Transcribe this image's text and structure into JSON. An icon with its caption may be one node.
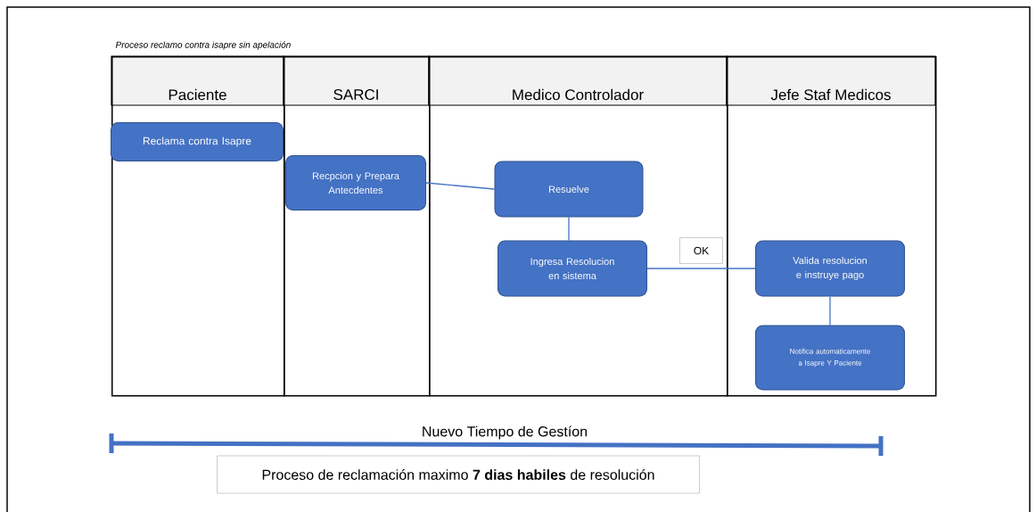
{
  "diagram": {
    "title": "Proceso reclamo contra isapre sin apelación",
    "nodes": [
      {
        "text": [
          "Paciente"
        ]
      },
      {
        "text": [
          "SARCI"
        ]
      },
      {
        "text": [
          "Medico Controlador"
        ]
      },
      {
        "text": [
          "Jefe Staf Medicos"
        ]
      },
      {
        "text": [
          "Reclama contra Isapre"
        ],
        "in": 0
      },
      {
        "text": [
          "Recpcion y Prepara Antecdentes"
        ],
        "in": 1
      },
      {
        "text": [
          "Resuelve"
        ],
        "in": 2
      },
      {
        "text": [
          "Ingresa Resolucion en sistema"
        ],
        "in": 2
      },
      {
        "text": [
          "Valida resolucion e instruye pago"
        ],
        "in": 3
      },
      {
        "text": [
          "Notifica automaticamente a Isapre Y Paciente"
        ],
        "in": 3
      },
      {
        "text": [
          "Proceso de reclamación maximo **7 dias habiles** de resolución"
        ]
      }
    ],
    "edges": [
      {
        "from": 5,
        "to": 6,
        "arrow": "none"
      },
      {
        "from": 6,
        "to": 7,
        "arrow": "none"
      },
      {
        "from": 7,
        "to": 8,
        "arrow": "none",
        "label": "OK"
      },
      {
        "from": 8,
        "to": 9,
        "arrow": "none"
      }
    ],
    "labels": [
      "Nuevo Tiempo de Gestíon"
    ]
  }
}
